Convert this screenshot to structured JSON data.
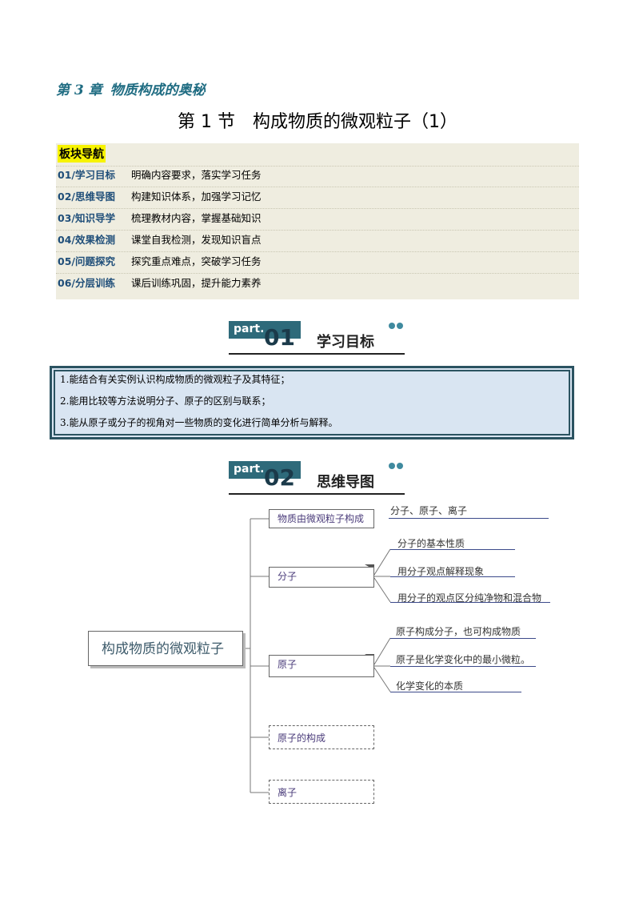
{
  "chapter": {
    "num": "第 3 章",
    "name": "物质构成的奥秘"
  },
  "section_title": "第 1 节　构成物质的微观粒子（1）",
  "nav": {
    "heading": "板块导航",
    "items": [
      {
        "code": "01/学习目标",
        "desc": "明确内容要求，落实学习任务"
      },
      {
        "code": "02/思维导图",
        "desc": "构建知识体系，加强学习记忆"
      },
      {
        "code": "03/知识导学",
        "desc": "梳理教材内容，掌握基础知识"
      },
      {
        "code": "04/效果检测",
        "desc": "课堂自我检测，发现知识盲点"
      },
      {
        "code": "05/问题探究",
        "desc": "探究重点难点，突破学习任务"
      },
      {
        "code": "06/分层训练",
        "desc": "课后训练巩固，提升能力素养"
      }
    ]
  },
  "part1": {
    "tab": "part.",
    "num": "01",
    "label": "学习目标"
  },
  "goals": [
    "1.能结合有关实例认识构成物质的微观粒子及其特征；",
    "2.能用比较等方法说明分子、原子的区别与联系；",
    "3.能从原子或分子的视角对一些物质的变化进行简单分析与解释。"
  ],
  "part2": {
    "tab": "part.",
    "num": "02",
    "label": "思维导图"
  },
  "mindmap": {
    "root": "构成物质的微观粒子",
    "branches": [
      {
        "label": "物质由微观粒子构成",
        "leaves": [
          "分子、原子、离子"
        ]
      },
      {
        "label": "分子",
        "leaves": [
          "分子的基本性质",
          "用分子观点解释现象",
          "用分子的观点区分纯净物和混合物"
        ]
      },
      {
        "label": "原子",
        "leaves": [
          "原子构成分子，也可构成物质",
          "原子是化学变化中的最小微粒。",
          "化学变化的本质"
        ]
      },
      {
        "label": "原子的构成",
        "leaves": []
      },
      {
        "label": "离子",
        "leaves": []
      }
    ]
  }
}
